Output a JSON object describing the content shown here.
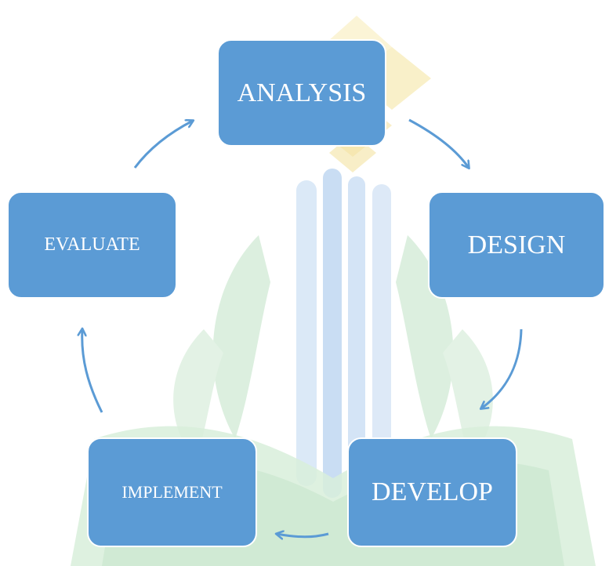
{
  "diagram": {
    "type": "cycle",
    "stages": [
      {
        "id": "analysis",
        "label": "ANALYSIS"
      },
      {
        "id": "design",
        "label": "DESIGN"
      },
      {
        "id": "develop",
        "label": "DEVELOP"
      },
      {
        "id": "implement",
        "label": "IMPLEMENT"
      },
      {
        "id": "evaluate",
        "label": "EVALUATE"
      }
    ],
    "flow": [
      [
        "analysis",
        "design"
      ],
      [
        "design",
        "develop"
      ],
      [
        "develop",
        "implement"
      ],
      [
        "implement",
        "evaluate"
      ],
      [
        "evaluate",
        "analysis"
      ]
    ]
  },
  "colors": {
    "node_fill": "#5b9bd5",
    "node_border": "#ffffff",
    "node_text": "#ffffff",
    "arrow": "#5b9bd5",
    "watermark_yellow": "#f4e6a8",
    "watermark_blue": "#c6dcf2",
    "watermark_green": "#cfe8d2"
  }
}
